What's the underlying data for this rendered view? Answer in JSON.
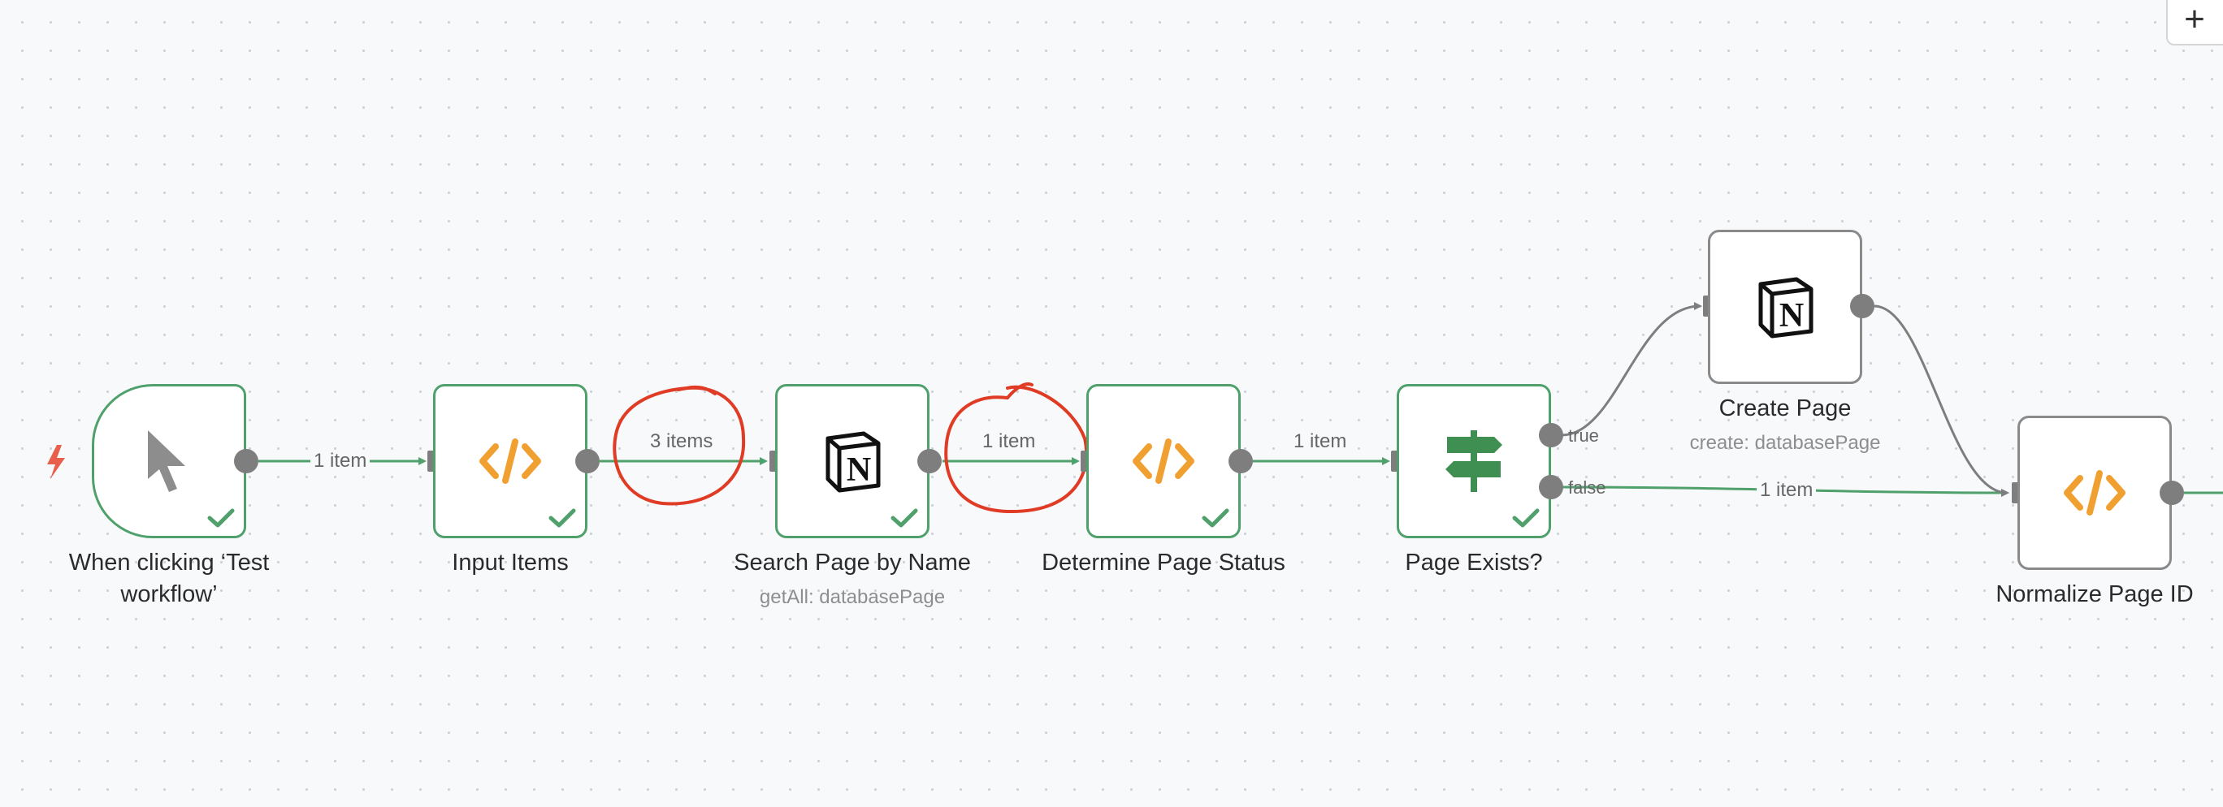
{
  "canvas": {
    "add_button_label": "+"
  },
  "nodes": [
    {
      "id": "trigger",
      "label": "When clicking ‘Test workflow’",
      "subtitle": "",
      "icon": "cursor-icon",
      "status": "success"
    },
    {
      "id": "input-items",
      "label": "Input Items",
      "subtitle": "",
      "icon": "code-icon",
      "status": "success"
    },
    {
      "id": "search-page",
      "label": "Search Page by Name",
      "subtitle": "getAll: databasePage",
      "icon": "notion-icon",
      "status": "success"
    },
    {
      "id": "determine-status",
      "label": "Determine Page Status",
      "subtitle": "",
      "icon": "code-icon",
      "status": "success"
    },
    {
      "id": "page-exists",
      "label": "Page Exists?",
      "subtitle": "",
      "icon": "signpost-icon",
      "status": "success"
    },
    {
      "id": "create-page",
      "label": "Create Page",
      "subtitle": "create: databasePage",
      "icon": "notion-icon",
      "status": "idle"
    },
    {
      "id": "normalize-id",
      "label": "Normalize Page ID",
      "subtitle": "",
      "icon": "code-icon",
      "status": "idle"
    }
  ],
  "edges": {
    "trigger_to_input": "1 item",
    "input_to_search": "3 items",
    "search_to_determine": "1 item",
    "determine_to_exists": "1 item",
    "exists_false_to_normalize": "1 item"
  },
  "branches": {
    "true_label": "true",
    "false_label": "false"
  },
  "colors": {
    "success": "#4fa06b",
    "idle": "#8a8a8a",
    "code_icon": "#f0a030",
    "trigger_bolt": "#e8604c",
    "annotation": "#e03b24"
  }
}
